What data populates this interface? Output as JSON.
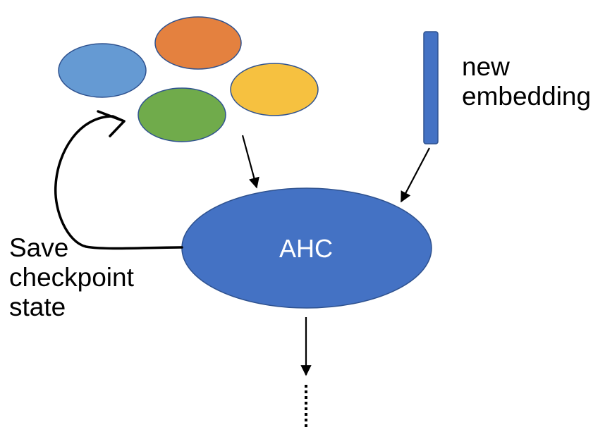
{
  "labels": {
    "ahc": "AHC",
    "new_embedding": [
      "new",
      "embedding"
    ],
    "save_checkpoint": [
      "Save",
      "checkpoint",
      "state"
    ]
  },
  "colors": {
    "cluster_blue": "#659ad3",
    "cluster_orange": "#e4813f",
    "cluster_yellow": "#f6c140",
    "cluster_green": "#70ab4b",
    "ahc_fill": "#4472c4",
    "embedding_bar": "#4472c4",
    "outline": "#2f528f",
    "arrow": "#000000"
  }
}
